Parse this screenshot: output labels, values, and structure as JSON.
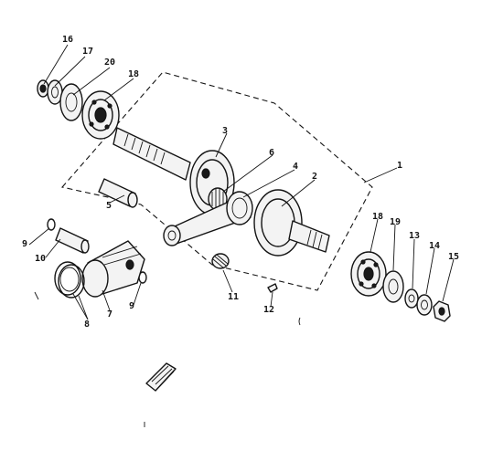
{
  "diagram": {
    "callouts": [
      "16",
      "17",
      "20",
      "18",
      "3",
      "6",
      "4",
      "2",
      "1",
      "5",
      "9",
      "10",
      "8",
      "7",
      "9",
      "11",
      "12",
      "18",
      "19",
      "13",
      "14",
      "15"
    ]
  }
}
